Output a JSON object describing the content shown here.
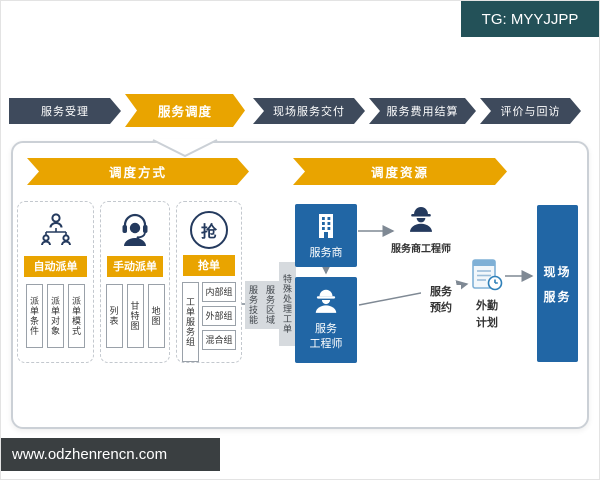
{
  "badges": {
    "tg": "TG: MYYJJPP",
    "website": "www.odzhenrencn.com"
  },
  "tabs": [
    {
      "label": "服务受理",
      "active": false
    },
    {
      "label": "服务调度",
      "active": true
    },
    {
      "label": "现场服务交付",
      "active": false
    },
    {
      "label": "服务费用结算",
      "active": false
    },
    {
      "label": "评价与回访",
      "active": false
    }
  ],
  "banners": {
    "left": "调度方式",
    "right": "调度资源"
  },
  "cards": [
    {
      "title": "自动派单",
      "icon": "org-network-icon",
      "options": [
        "派单条件",
        "派单对象",
        "派单模式"
      ]
    },
    {
      "title": "手动派单",
      "icon": "headset-agent-icon",
      "options": [
        "列表",
        "甘特图",
        "地图"
      ]
    },
    {
      "title": "抢单",
      "icon": "grab-circle-icon",
      "icon_text": "抢",
      "group": "工单服务组",
      "options": [
        "内部组",
        "外部组",
        "混合组"
      ]
    }
  ],
  "tags": {
    "skill": "服务技能",
    "area": "服务区域",
    "special": "特殊处理工单"
  },
  "nodes": {
    "provider": "服务商",
    "provider_engineer": "服务商工程师",
    "engineer": [
      "服务",
      "工程师"
    ],
    "booking": [
      "服务",
      "预约"
    ],
    "field_plan": [
      "外勤",
      "计划"
    ],
    "onsite": [
      "现场",
      "服务"
    ]
  },
  "icons": {
    "auto_dispatch": "org-network-icon",
    "manual_dispatch": "headset-agent-icon",
    "grab": "grab-circle-icon",
    "provider": "building-icon",
    "engineer": "worker-helmet-icon",
    "field_plan": "clipboard-clock-icon"
  },
  "colors": {
    "accent_yellow": "#E9A400",
    "tab_dark": "#3E4A5C",
    "node_blue": "#2166A5",
    "icon_navy": "#243A5E",
    "tg_badge_bg": "#235158",
    "website_badge_bg": "#3A3F41"
  }
}
